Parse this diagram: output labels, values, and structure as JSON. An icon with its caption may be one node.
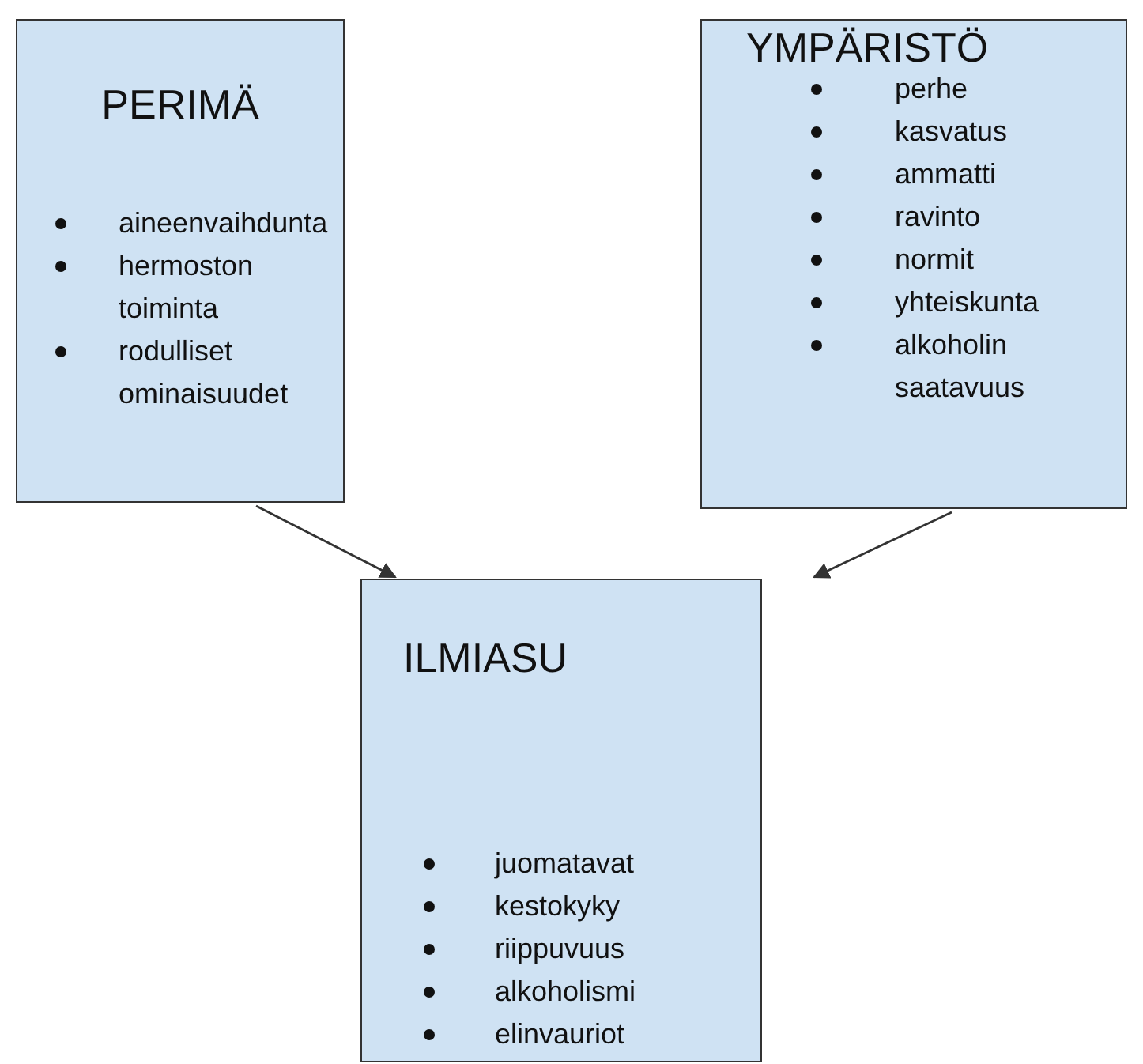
{
  "diagram": {
    "nodes": [
      {
        "text": [
          "PERIMÄ",
          "aineenvaihdunta",
          "hermoston toiminta",
          "rodulliset ominaisuudet"
        ]
      },
      {
        "text": [
          "YMPÄRISTÖ",
          "perhe",
          "kasvatus",
          "ammatti",
          "ravinto",
          "normit",
          "yhteiskunta",
          "alkoholin saatavuus"
        ]
      },
      {
        "text": [
          "ILMIASU",
          "juomatavat",
          "kestokyky",
          "riippuvuus",
          "alkoholismi",
          "elinvauriot"
        ]
      }
    ],
    "edges": [
      {
        "from": 0,
        "to": 2,
        "arrow": "to"
      },
      {
        "from": 1,
        "to": 2,
        "arrow": "to"
      }
    ]
  }
}
